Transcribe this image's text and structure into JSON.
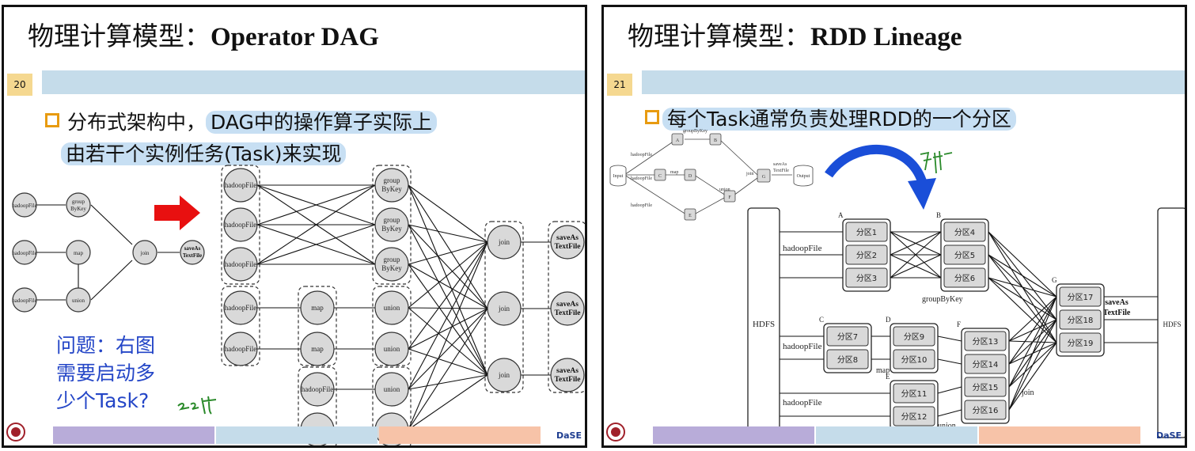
{
  "left_slide": {
    "title_prefix": "物理计算模型：",
    "title_main": "Operator DAG",
    "slide_number": "20",
    "bullet_plain": "分布式架构中，",
    "bullet_highlight_1": "DAG中的操作算子实际上",
    "bullet_highlight_2": "由若干个实例任务(Task)来实现",
    "question": [
      "问题：右图",
      "需要启动多",
      "少个Task?"
    ],
    "logo": "DaSE",
    "small_dag_nodes": [
      "hadoopFile",
      "hadoopFile",
      "hadoopFile",
      "groupByKey",
      "map",
      "union",
      "join",
      "saveAsTextFile"
    ],
    "task_nodes": {
      "hadoopFile": "hadoopFile",
      "group": "group",
      "bykey": "ByKey",
      "map": "map",
      "union": "union",
      "join": "join",
      "saveas": "saveAs",
      "textfile": "TextFile"
    }
  },
  "right_slide": {
    "title_prefix": "物理计算模型：",
    "title_main": "RDD Lineage",
    "slide_number": "21",
    "bullet_highlight": "每个Task通常负责处理RDD的一个分区",
    "logo": "DaSE",
    "hdfs_left": "HDFS",
    "hdfs_right": "HDFS",
    "labels": {
      "hadoopFile1": "hadoopFile",
      "hadoopFile2": "hadoopFile",
      "hadoopFile3": "hadoopFile",
      "groupByKey": "groupByKey",
      "map": "map",
      "union": "union",
      "join": "join",
      "saveAs": "saveAs",
      "textFile": "TextFile"
    },
    "rdd_letters": [
      "A",
      "B",
      "C",
      "D",
      "E",
      "F",
      "G"
    ],
    "partitions": {
      "A": [
        "分区1",
        "分区2",
        "分区3"
      ],
      "B": [
        "分区4",
        "分区5",
        "分区6"
      ],
      "C": [
        "分区7",
        "分区8"
      ],
      "D": [
        "分区9",
        "分区10"
      ],
      "E": [
        "分区11",
        "分区12"
      ],
      "F": [
        "分区13",
        "分区14",
        "分区15",
        "分区16"
      ],
      "G": [
        "分区17",
        "分区18",
        "分区19"
      ]
    },
    "mini": {
      "input": "Input",
      "output": "Output",
      "hadoopFile": "hadoopFile",
      "groupByKey": "groupByKey",
      "map": "map",
      "union": "union",
      "join": "join",
      "saveAs": "saveAs",
      "textFile": "TextFile",
      "letters": [
        "A",
        "B",
        "C",
        "D",
        "E",
        "F",
        "G"
      ]
    }
  },
  "colors": {
    "title_bar": "#c5dcea",
    "slide_num_box": "#f5d890",
    "bullet_square": "#e89b10",
    "highlight": "#c7dff3",
    "question_text": "#2446c7",
    "red_arrow": "#e81010",
    "blue_arrow": "#1a4ed8",
    "footer": [
      "#b8acd9",
      "#c5dcea",
      "#f7c3a8"
    ]
  }
}
